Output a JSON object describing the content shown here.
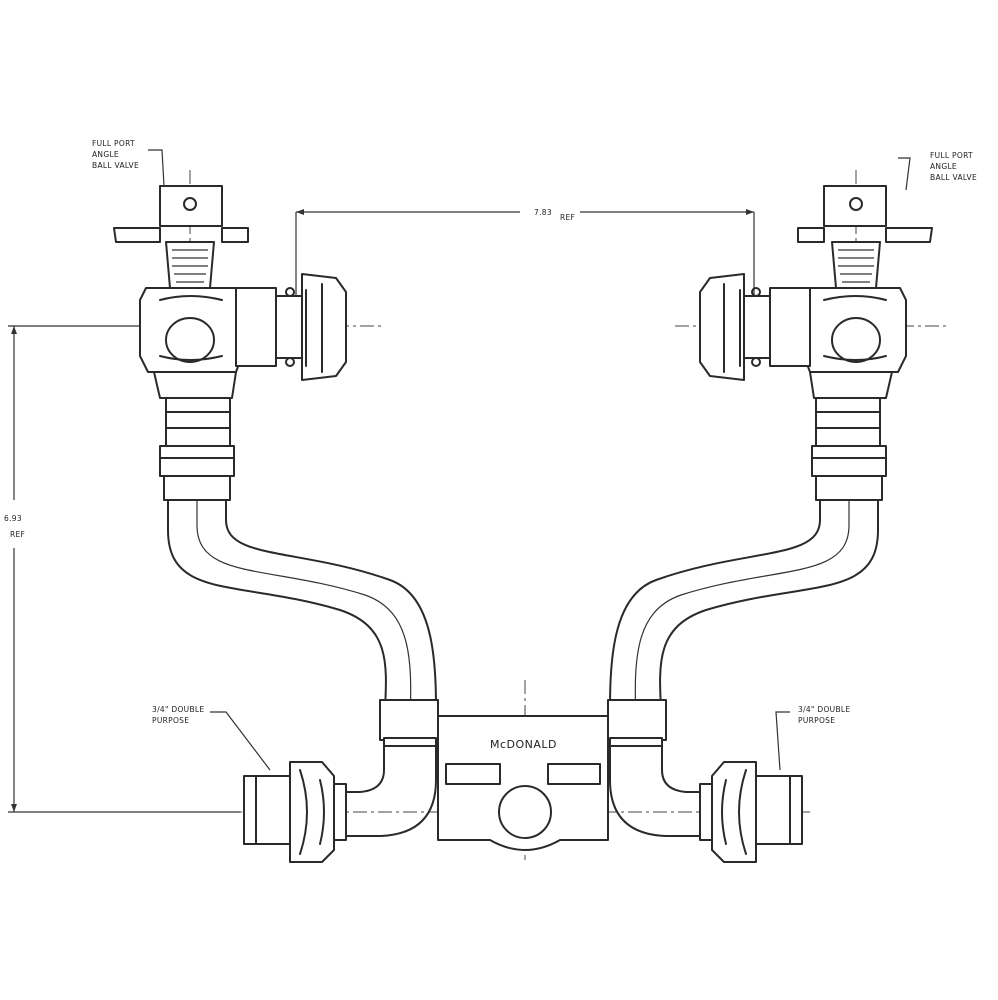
{
  "labels": {
    "valve_left": [
      "FULL PORT",
      "ANGLE",
      "BALL VALVE"
    ],
    "valve_right": [
      "FULL PORT",
      "ANGLE",
      "BALL VALVE"
    ],
    "inlet_left": [
      "3/4\" DOUBLE",
      "PURPOSE"
    ],
    "inlet_right": [
      "3/4\" DOUBLE",
      "PURPOSE"
    ],
    "brand": "McDONALD"
  },
  "dimensions": {
    "width_value": "7.83",
    "width_suffix": "REF",
    "height_value": "6.93",
    "height_suffix": "REF"
  }
}
